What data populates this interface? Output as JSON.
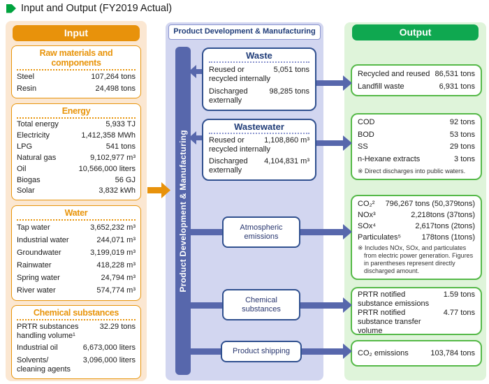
{
  "title": "Input and Output (FY2019 Actual)",
  "colors": {
    "input_accent": "#E8920B",
    "input_bg": "#FBE7D2",
    "process_bg": "#D2D6F0",
    "process_bar": "#5767AC",
    "process_border": "#30508F",
    "navy_text": "#1F3C78",
    "output_accent": "#0FA850",
    "output_bg": "#DFF4DA",
    "output_border": "#55B948",
    "title_bullet": "#00A33E"
  },
  "input": {
    "header": "Input",
    "sections": [
      {
        "title": "Raw materials and components",
        "rows": [
          {
            "label": "Steel",
            "value": "107,264 tons"
          },
          {
            "label": "Resin",
            "value": "24,498 tons"
          }
        ]
      },
      {
        "title": "Energy",
        "rows": [
          {
            "label": "Total energy",
            "value": "5,933 TJ"
          },
          {
            "label": "Electricity",
            "value": "1,412,358 MWh"
          },
          {
            "label": "LPG",
            "value": "541 tons"
          },
          {
            "label": "Natural gas",
            "value": "9,102,977 m³"
          },
          {
            "label": "Oil",
            "value": "10,566,000 liters"
          },
          {
            "label": "Biogas",
            "value": "56 GJ"
          },
          {
            "label": "Solar",
            "value": "3,832 kWh"
          }
        ]
      },
      {
        "title": "Water",
        "rows": [
          {
            "label": "Tap water",
            "value": "3,652,232 m³"
          },
          {
            "label": "Industrial water",
            "value": "244,071 m³"
          },
          {
            "label": "Groundwater",
            "value": "3,199,019 m³"
          },
          {
            "label": "Rainwater",
            "value": "418,228 m³"
          },
          {
            "label": "Spring water",
            "value": "24,794 m³"
          },
          {
            "label": "River water",
            "value": "574,774 m³"
          }
        ]
      },
      {
        "title": "Chemical substances",
        "rows": [
          {
            "label": "PRTR substances\nhandling volume¹",
            "value": "32.29 tons"
          },
          {
            "label": "Industrial oil",
            "value": "6,673,000 liters"
          },
          {
            "label": "Solvents/\ncleaning agents",
            "value": "3,096,000 liters"
          }
        ]
      }
    ]
  },
  "process": {
    "header": "Product Development & Manufacturing",
    "bar_label": "Product Development & Manufacturing",
    "boxes": [
      {
        "title": "Waste",
        "rows": [
          {
            "label": "Reused or\nrecycled internally",
            "value": "5,051 tons"
          },
          {
            "label": "Discharged\nexternally",
            "value": "98,285 tons"
          }
        ]
      },
      {
        "title": "Wastewater",
        "rows": [
          {
            "label": "Reused or\nrecycled internally",
            "value": "1,108,860 m³"
          },
          {
            "label": "Discharged\nexternally",
            "value": "4,104,831 m³"
          }
        ]
      }
    ],
    "nodes": [
      "Atmospheric emissions",
      "Chemical substances",
      "Product shipping"
    ]
  },
  "output": {
    "header": "Output",
    "boxes": [
      {
        "rows": [
          {
            "label": "Recycled and reused",
            "value": "86,531 tons"
          },
          {
            "label": "Landfill waste",
            "value": "6,931 tons"
          }
        ]
      },
      {
        "rows": [
          {
            "label": "COD",
            "value": "92 tons"
          },
          {
            "label": "BOD",
            "value": "53 tons"
          },
          {
            "label": "SS",
            "value": "29 tons"
          },
          {
            "label": "n-Hexane extracts",
            "value": "3 tons"
          }
        ],
        "note": "※ Direct discharges into public waters."
      },
      {
        "rows": [
          {
            "label": "CO₂²",
            "value": "796,267 tons (50,379tons)"
          },
          {
            "label": "NOx³",
            "value": "2,218tons (37tons)"
          },
          {
            "label": "SOx⁴",
            "value": "2,617tons (2tons)"
          },
          {
            "label": "Particulates⁵",
            "value": "178tons (1tons)"
          }
        ],
        "note": "※ Includes NOx, SOx, and particulates from electric power generation. Figures in parentheses represent directly discharged amount."
      },
      {
        "rows": [
          {
            "label": "PRTR notified\nsubstance emissions",
            "value": "1.59 tons"
          },
          {
            "label": "PRTR notified\nsubstance transfer volume",
            "value": "4.77 tons"
          }
        ]
      },
      {
        "rows": [
          {
            "label": "CO₂ emissions",
            "value": "103,784 tons"
          }
        ]
      }
    ]
  }
}
